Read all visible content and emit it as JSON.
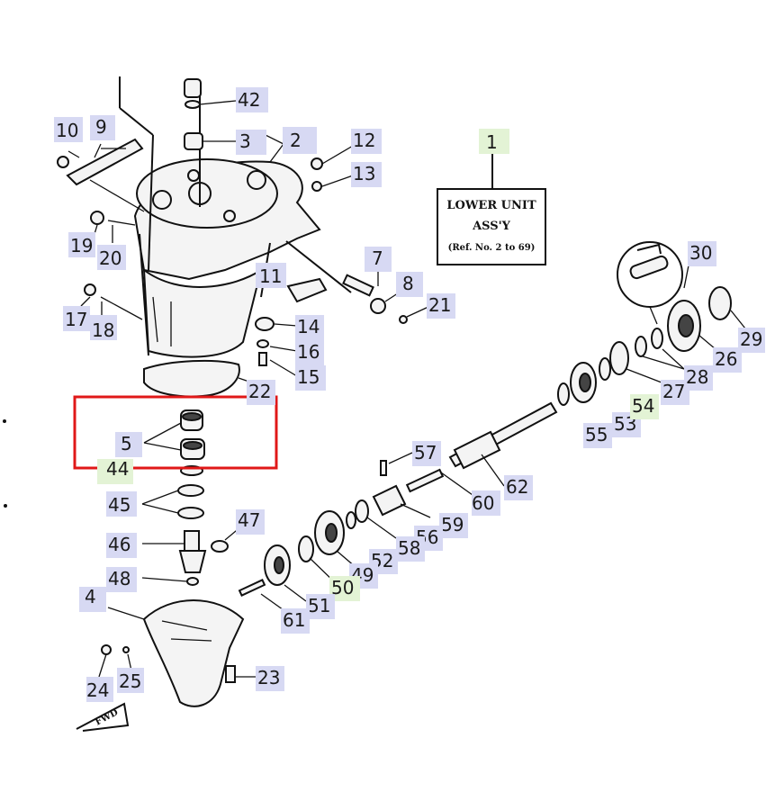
{
  "colors": {
    "label_bg": "#d7d9f3",
    "label_bg_green": "#e3f3d5",
    "highlight_box": "#e01818",
    "ink": "#111111"
  },
  "title_box": {
    "line1": "LOWER UNIT",
    "line2": "ASS'Y",
    "line3": "(Ref. No. 2 to 69)"
  },
  "fwd_label": "FWD",
  "labels": {
    "n1": "1",
    "n2": "2",
    "n3": "3",
    "n4": "4",
    "n5": "5",
    "n7": "7",
    "n8": "8",
    "n9": "9",
    "n10": "10",
    "n11": "11",
    "n12": "12",
    "n13": "13",
    "n14": "14",
    "n15": "15",
    "n16": "16",
    "n17": "17",
    "n18": "18",
    "n19": "19",
    "n20": "20",
    "n21": "21",
    "n22": "22",
    "n23": "23",
    "n24": "24",
    "n25": "25",
    "n26": "26",
    "n27": "27",
    "n28": "28",
    "n29": "29",
    "n30": "30",
    "n42": "42",
    "n44": "44",
    "n45": "45",
    "n46": "46",
    "n47": "47",
    "n48": "48",
    "n49": "49",
    "n50": "50",
    "n51": "51",
    "n52": "52",
    "n53": "53",
    "n54": "54",
    "n55": "55",
    "n56": "56",
    "n57": "57",
    "n58": "58",
    "n59": "59",
    "n60": "60",
    "n61": "61",
    "n62": "62"
  }
}
